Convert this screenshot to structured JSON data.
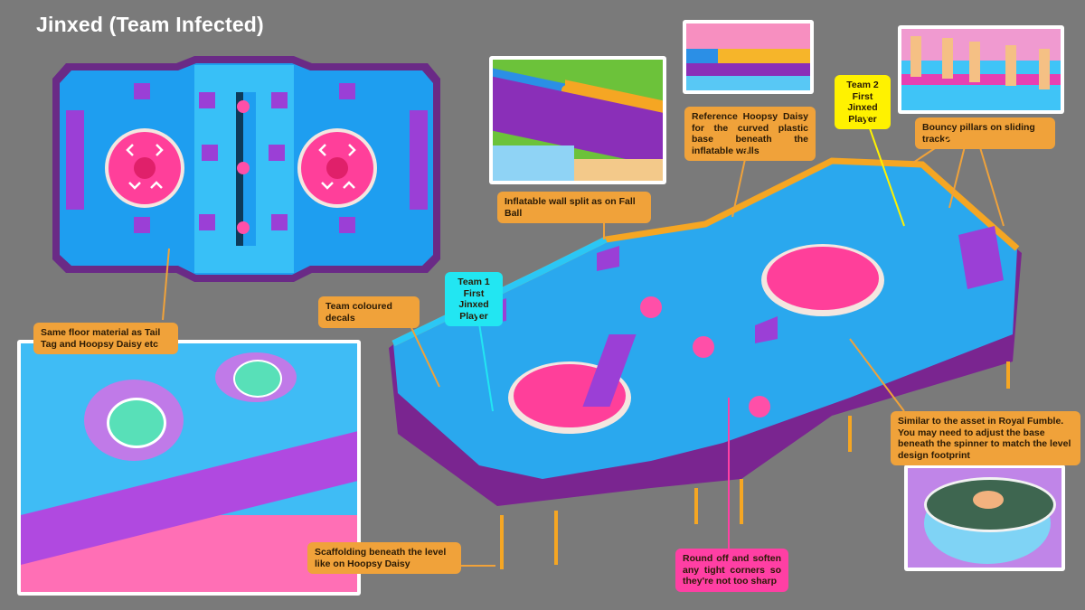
{
  "page": {
    "title": "Jinxed (Team Infected)",
    "background_color": "#7a7a7a"
  },
  "annotations": {
    "inflatable_wall": "Inflatable wall split as on Fall Ball",
    "reference_hoopsy": "Reference Hoopsy Daisy for the curved plastic base beneath the inflatable walls",
    "team2": "Team 2 First Jinxed Player",
    "bouncy_pillars": "Bouncy pillars on sliding tracks",
    "team_decals": "Team coloured decals",
    "team1": "Team 1 First Jinxed Player",
    "floor_material": "Same floor material as Tail Tag and Hoopsy Daisy etc",
    "royal_fumble": "Similar to the asset in Royal Fumble. You may need to adjust the base beneath the spinner to match the level design footprint",
    "scaffolding": "Scaffolding beneath the level like on Hoopsy Daisy",
    "round_off": "Round off and soften any tight corners so they're not too sharp"
  },
  "images": {
    "top_down_map": "top-down-level-layout",
    "fall_ball_wall_ref": "inflatable-wall-reference",
    "hoopsy_wall_ref": "curved-plastic-base-reference",
    "bouncy_pillars_ref": "bouncy-pillars-reference",
    "hoopsy_scaffold_ref": "hoopsy-daisy-floor-scaffold-reference",
    "royal_fumble_spinner_ref": "royal-fumble-spinner-reference",
    "main_render": "isometric-level-render"
  },
  "colors": {
    "label_orange": "#f0a23a",
    "label_yellow": "#fff200",
    "label_cyan": "#22e6f2",
    "label_pink": "#ff3fa4",
    "floor_blue": "#1fa6ee",
    "wall_purple": "#7a2a9a",
    "spinner_pink": "#ff3f9a",
    "rail_orange": "#f6a623"
  }
}
